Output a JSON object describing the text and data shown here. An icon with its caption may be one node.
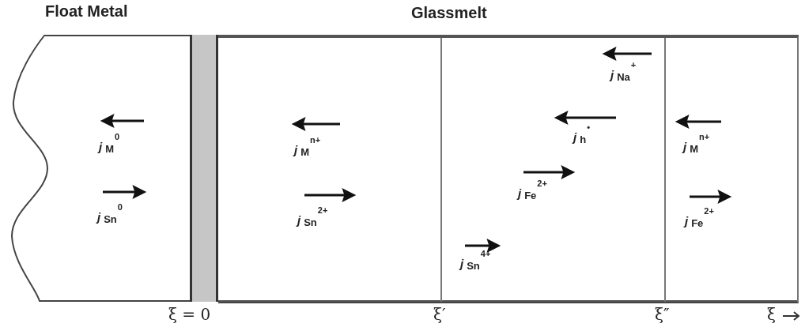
{
  "diagram": {
    "nodes": [
      {
        "text": [
          "Float Metal",
          "*j*$_{M}$$^{0}$",
          "*j*$_{Sn}$$^{0}$"
        ]
      },
      {
        "text": [],
        "shape": "bar"
      },
      {
        "text": [
          "Glassmelt"
        ]
      },
      {
        "text": [
          "*j*$_{M}$$^{n+}$",
          "*j*$_{Sn}$$^{2+}$"
        ],
        "in": 2
      },
      {
        "text": [
          "*j*$_{Na}$$^{+}$",
          "*j*$_{h}$$^{•}$",
          "*j*$_{Fe}$$^{2+}$",
          "*j*$_{Sn}$$^{4+}$"
        ],
        "in": 2
      },
      {
        "text": [
          "*j*$_{M}$$^{n+}$",
          "*j*$_{Fe}$$^{2+}$"
        ],
        "in": 2
      }
    ],
    "edges": [],
    "labels": [
      "ξ = 0",
      "ξ′",
      "ξ″",
      "ξ"
    ]
  }
}
